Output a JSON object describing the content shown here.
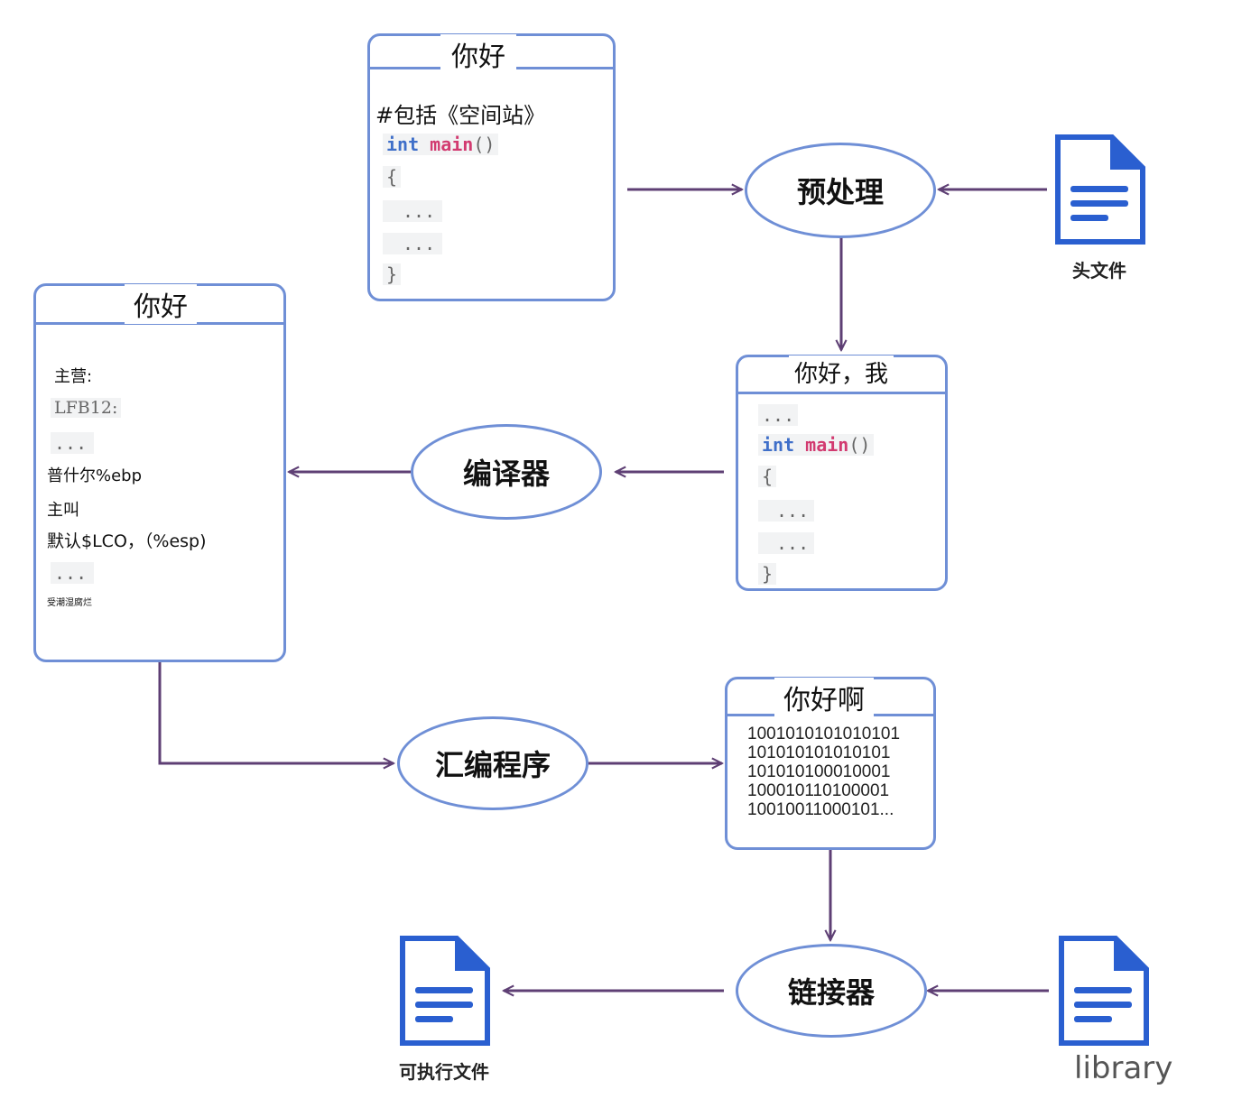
{
  "diagram": {
    "nodes": {
      "source": {
        "title": "你好",
        "lines": [
          "#包括《空间站》",
          "int",
          "main",
          "()",
          "{",
          "...",
          "...",
          "}"
        ]
      },
      "preprocessed": {
        "title": "你好，我",
        "lines": [
          "...",
          "int",
          "main",
          "()",
          "{",
          "...",
          "...",
          "}"
        ]
      },
      "assembly": {
        "title": "你好",
        "lines": [
          "主营:",
          "LFB12:",
          "...",
          "普什尔%ebp",
          "主叫",
          "默认$LCO，（%esp)",
          "...",
          "受潮湿腐烂"
        ]
      },
      "object": {
        "title": "你好啊",
        "lines": [
          "1001010101010101",
          "101010101010101",
          "101010100010001",
          "100010110100001",
          "10010011000101..."
        ]
      }
    },
    "processes": {
      "preprocessor": "预处理",
      "compiler": "编译器",
      "assembler": "汇编程序",
      "linker": "链接器"
    },
    "files": {
      "header": "头文件",
      "executable": "可执行文件",
      "library": "library"
    },
    "colors": {
      "border": "#6f8fd6",
      "arrow": "#5e3f74",
      "icon": "#2a5fd0",
      "keyword_int": "#3f6fc9",
      "keyword_main": "#d23a70"
    }
  }
}
